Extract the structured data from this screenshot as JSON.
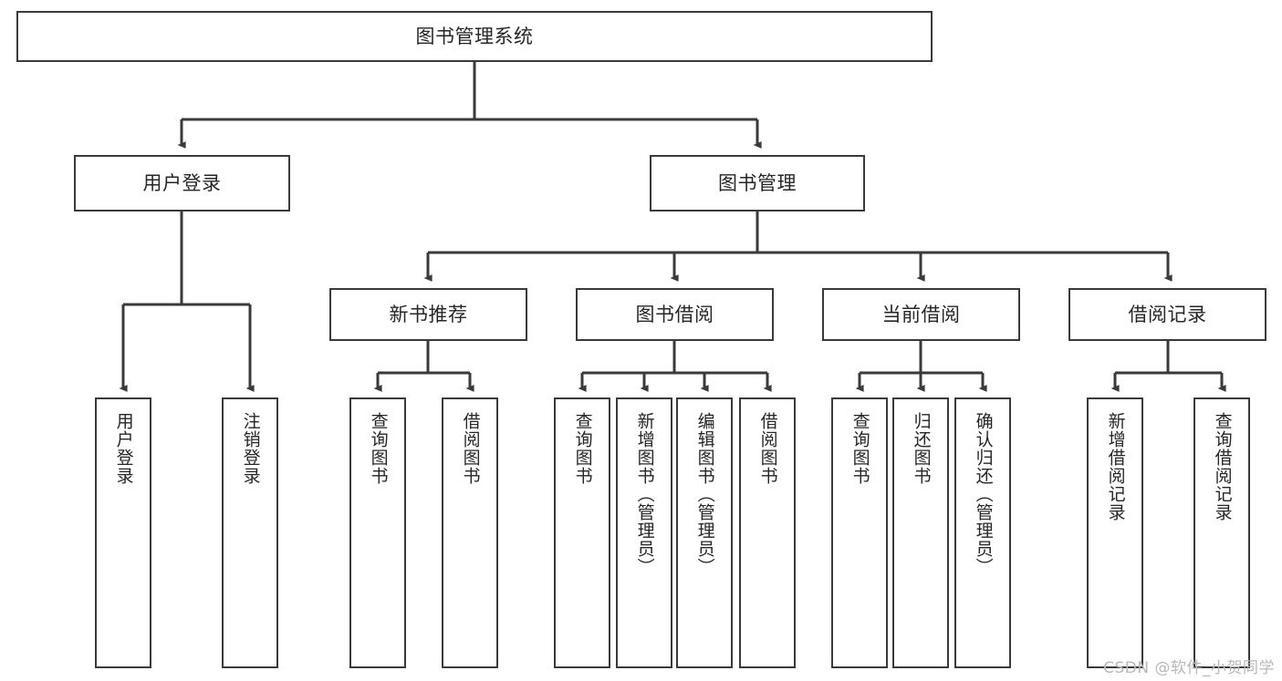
{
  "diagram": {
    "title": "图书管理系统",
    "type": "tree-hierarchy",
    "colors": {
      "box_border": "#3a3a3a",
      "box_fill": "#ffffff",
      "text": "#262626",
      "connector": "#3a3a3a",
      "watermark": "#b8b8b8"
    },
    "root": {
      "label": "图书管理系统"
    },
    "level2": [
      {
        "label": "用户登录"
      },
      {
        "label": "图书管理"
      }
    ],
    "level3": [
      {
        "label": "新书推荐"
      },
      {
        "label": "图书借阅"
      },
      {
        "label": "当前借阅"
      },
      {
        "label": "借阅记录"
      }
    ],
    "leaves": {
      "user_login": [
        {
          "label": "用户登录"
        },
        {
          "label": "注销登录"
        }
      ],
      "new_book_recommend": [
        {
          "label": "查询图书"
        },
        {
          "label": "借阅图书"
        }
      ],
      "book_borrow": [
        {
          "label": "查询图书"
        },
        {
          "label": "新增图书（管理员）"
        },
        {
          "label": "编辑图书（管理员）"
        },
        {
          "label": "借阅图书"
        }
      ],
      "current_borrow": [
        {
          "label": "查询图书"
        },
        {
          "label": "归还图书"
        },
        {
          "label": "确认归还（管理员）"
        }
      ],
      "borrow_record": [
        {
          "label": "新增借阅记录"
        },
        {
          "label": "查询借阅记录"
        }
      ]
    }
  },
  "watermark": {
    "text": "CSDN @软件_小贺同学"
  }
}
